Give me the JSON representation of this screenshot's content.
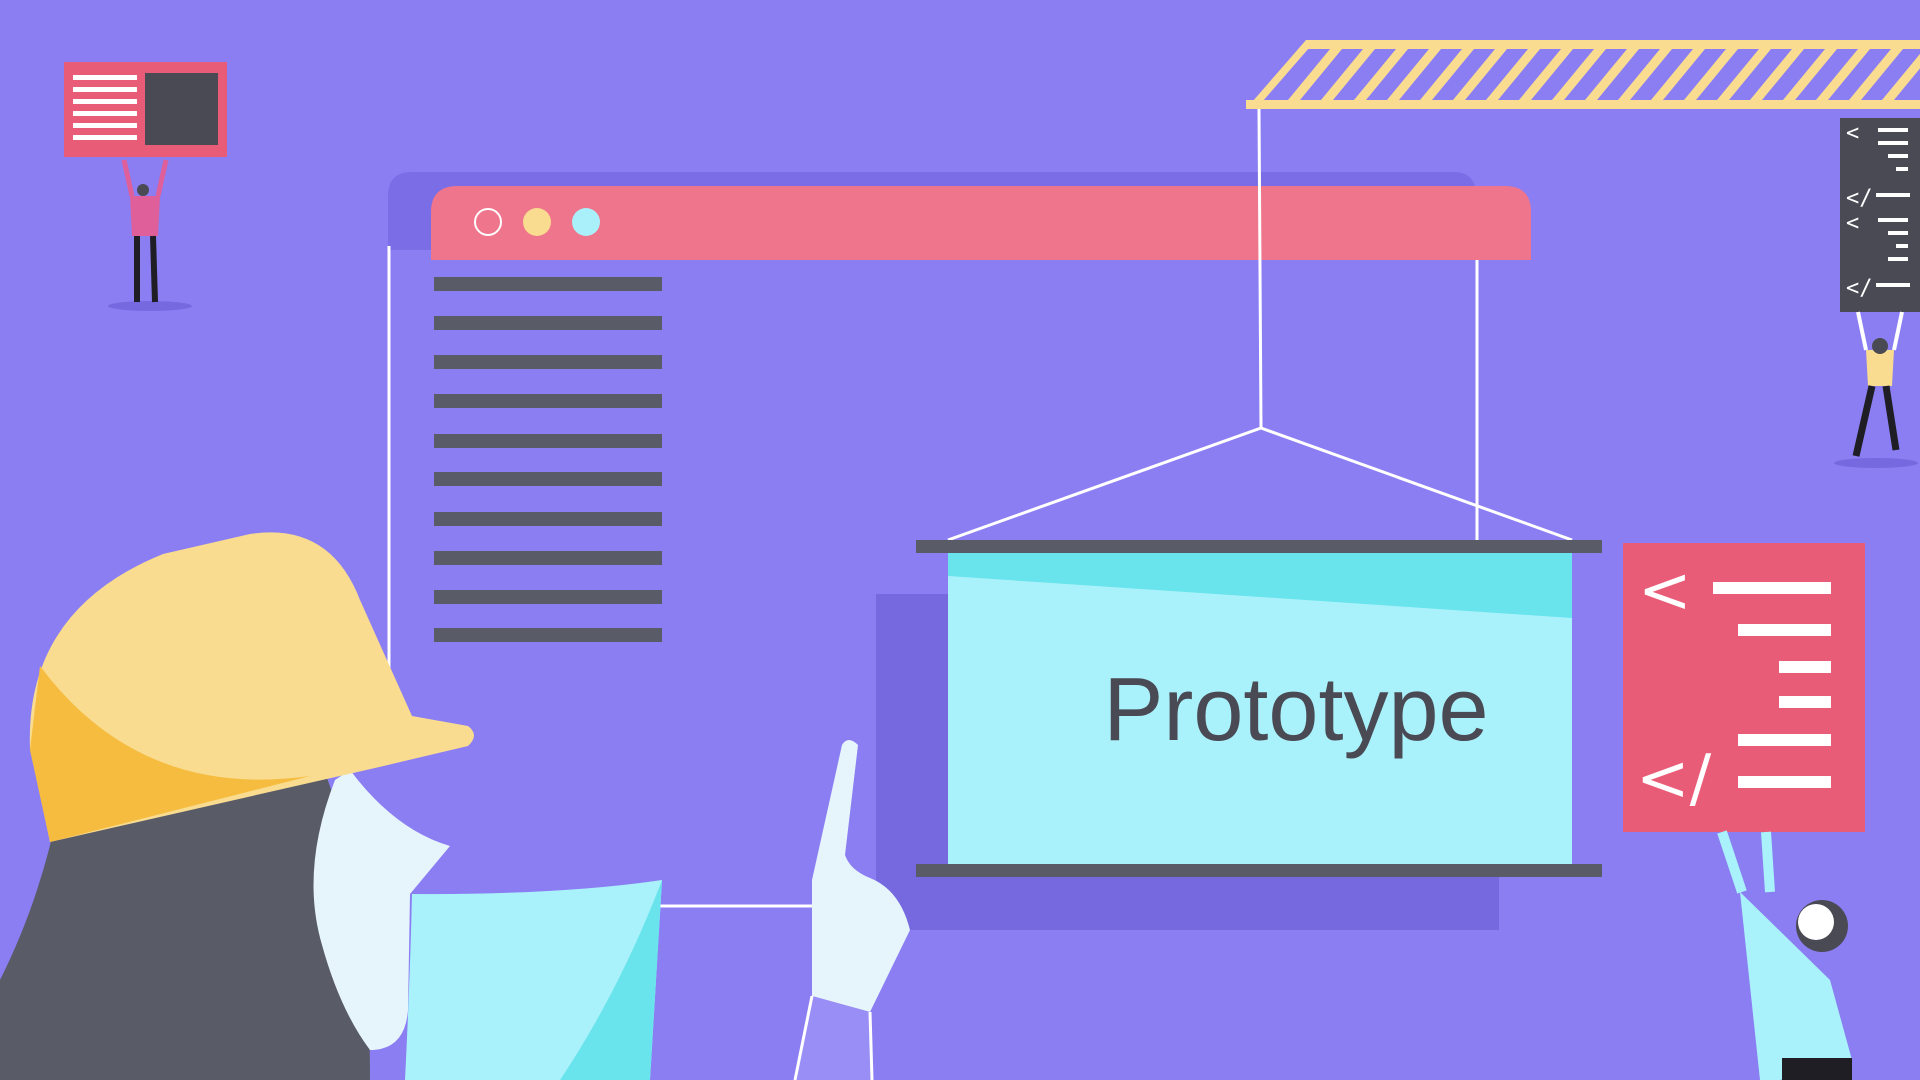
{
  "colors": {
    "background": "#8b7ef3",
    "background_shadow": "#7669e0",
    "browser_bar": "#ee758b",
    "dot_yellow": "#f9dc8f",
    "dot_cyan": "#a9f0fb",
    "text_line": "#595b67",
    "crane": "#f9dc8f",
    "banner_light": "#aaf2fb",
    "banner_accent": "#6ae4ec",
    "banner_rod": "#595b67",
    "red_panel": "#e95c77",
    "dark_panel": "#4a4a55",
    "helmet": "#f9dc8f",
    "helmet_shade": "#f5bc40"
  },
  "browser": {
    "dots": [
      "close-dot",
      "minimize-dot",
      "maximize-dot"
    ],
    "text_line_count": 10
  },
  "banner": {
    "label": "Prototype"
  },
  "code_panels": {
    "open_tag": "<",
    "close_tag": "</"
  },
  "icons": {
    "crane": "crane-icon",
    "worker": "worker-icon",
    "helmet": "helmet-icon"
  }
}
